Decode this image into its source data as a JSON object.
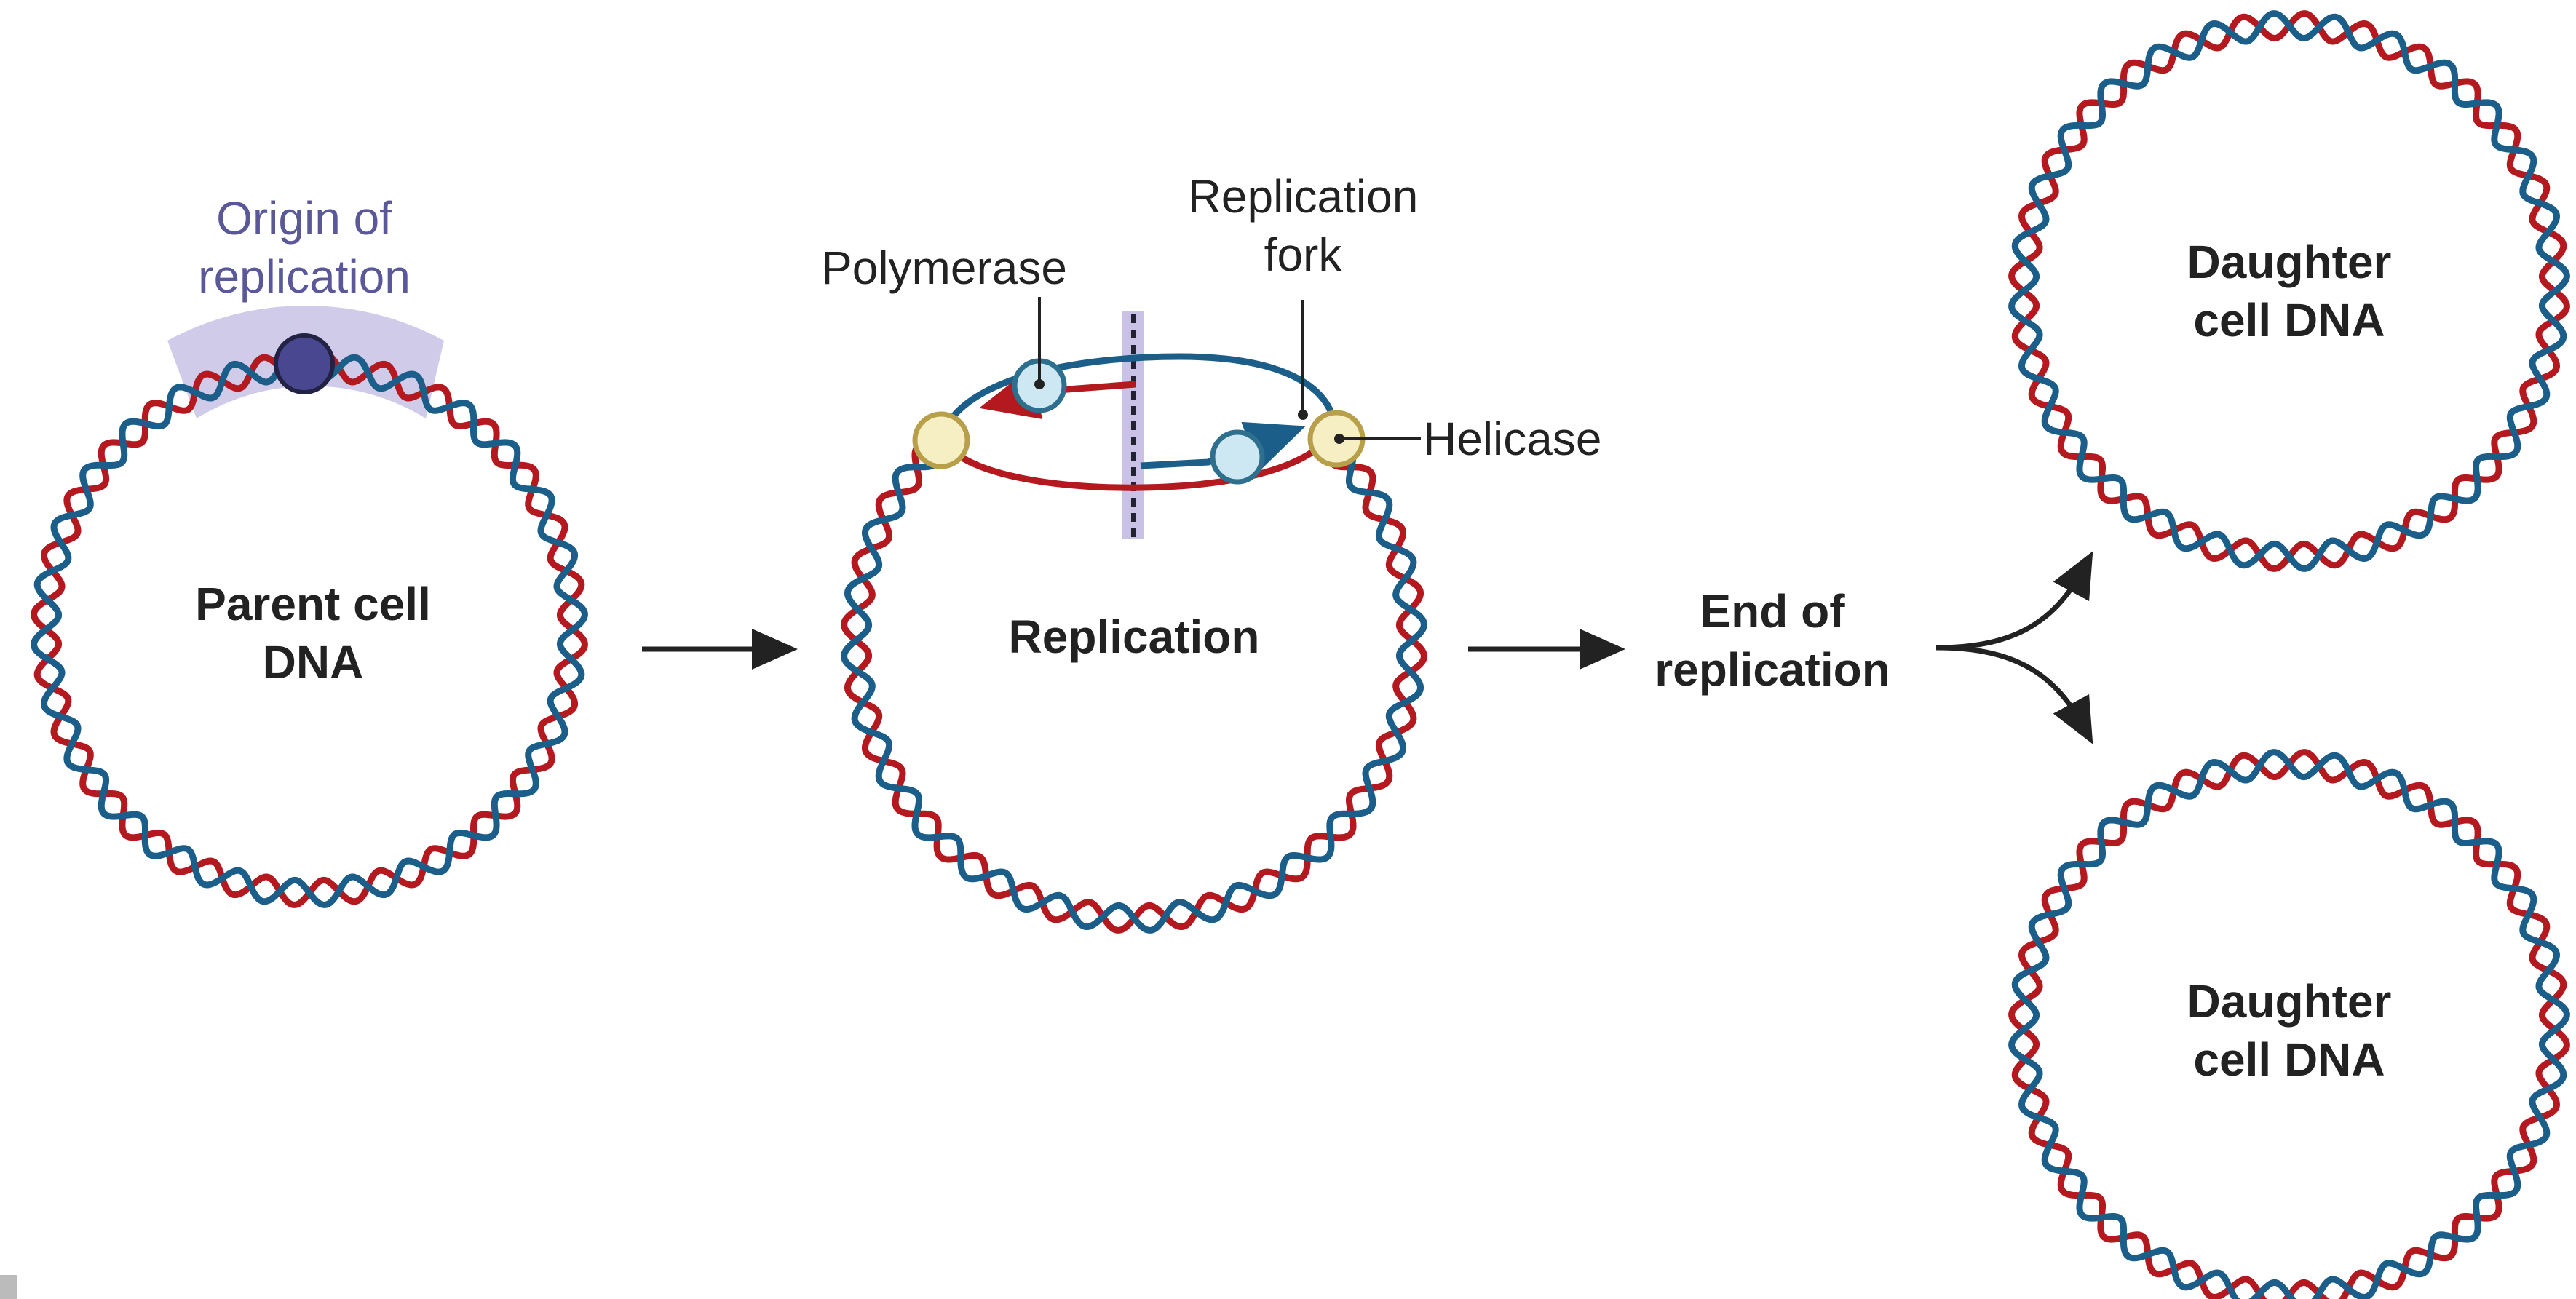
{
  "labels": {
    "origin_line1": "Origin of",
    "origin_line2": "replication",
    "polymerase": "Polymerase",
    "fork_line1": "Replication",
    "fork_line2": "fork",
    "helicase": "Helicase",
    "parent_line1": "Parent cell",
    "parent_line2": "DNA",
    "replication": "Replication",
    "end_line1": "End of",
    "end_line2": "replication",
    "daughter1_line1": "Daughter",
    "daughter1_line2": "cell DNA",
    "daughter2_line1": "Daughter",
    "daughter2_line2": "cell DNA"
  },
  "colors": {
    "strand_blue": "#1b5e8a",
    "strand_red": "#b3191f",
    "origin_band": "#c9c2e6",
    "origin_dot": "#4a4791",
    "origin_text": "#5a5898",
    "polymerase_fill": "#cde8f2",
    "polymerase_stroke": "#2e6f8e",
    "helicase_fill": "#f7efc4",
    "helicase_stroke": "#b8a04a",
    "arrow": "#222222"
  }
}
